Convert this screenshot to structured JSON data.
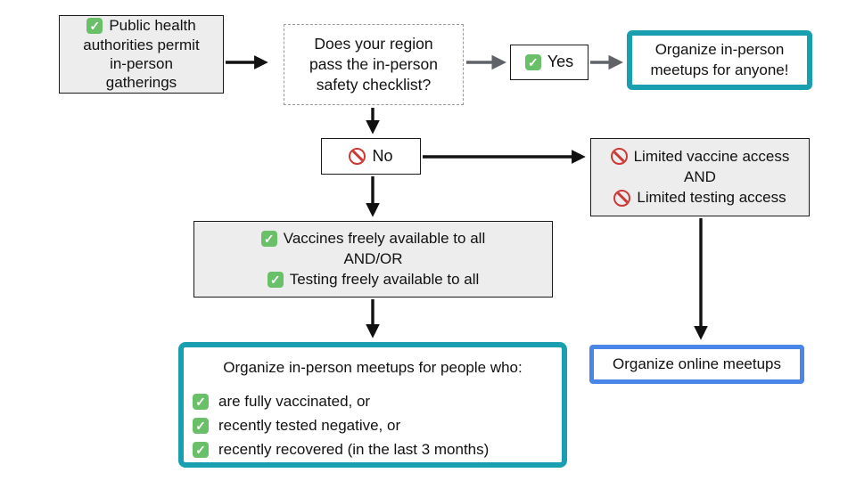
{
  "colors": {
    "teal_accent": "#1a9fb0",
    "blue_accent": "#4a86e8",
    "box_gray": "#ededed",
    "arrow_black": "#111111",
    "arrow_gray": "#5f6368",
    "check_green": "#6abf69",
    "prohibit_red": "#cc3a36"
  },
  "icons": {
    "check_icon": "✅",
    "prohibit_icon": "🚫"
  },
  "nodes": {
    "permit": {
      "lines": [
        "Public health",
        "authorities permit",
        "in-person",
        "gatherings"
      ]
    },
    "question": {
      "lines": [
        "Does your region",
        "pass the in-person",
        "safety checklist?"
      ]
    },
    "yes": {
      "label": "Yes"
    },
    "anyone": {
      "lines": [
        "Organize in-person",
        "meetups for anyone!"
      ]
    },
    "no": {
      "label": "No"
    },
    "limited": {
      "line1": "Limited vaccine access",
      "line2": "AND",
      "line3": "Limited testing access"
    },
    "available": {
      "line1": "Vaccines freely available to all",
      "line2": "AND/OR",
      "line3": "Testing freely available to all"
    },
    "people": {
      "title": "Organize in-person meetups for people who:",
      "items": [
        "are fully vaccinated, or",
        "recently tested negative, or",
        "recently recovered (in the last 3 months)"
      ]
    },
    "online": {
      "label": "Organize online meetups"
    }
  }
}
